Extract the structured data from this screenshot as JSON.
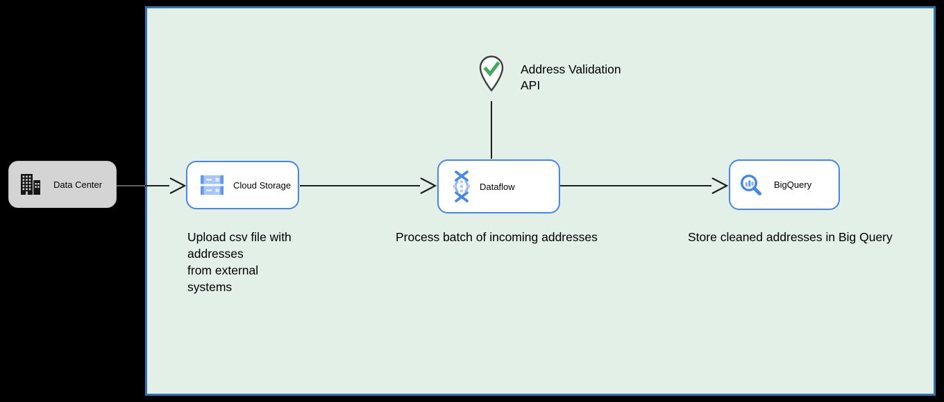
{
  "nodes": {
    "data_center": {
      "label": "Data Center",
      "icon": "building-icon",
      "fill": "#d4d4d4"
    },
    "cloud_storage": {
      "label": "Cloud Storage",
      "icon": "cloud-storage-icon",
      "border": "#4285f4"
    },
    "dataflow": {
      "label": "Dataflow",
      "icon": "dataflow-icon",
      "border": "#4285f4"
    },
    "bigquery": {
      "label": "BigQuery",
      "icon": "bigquery-icon",
      "border": "#4285f4"
    }
  },
  "pin": {
    "label_line1": "Address Validation",
    "label_line2": "API",
    "icon": "map-pin-check-icon",
    "check_color": "#3fab5c",
    "outline_color": "#3c4043"
  },
  "notes": {
    "upload": {
      "lines": [
        "Upload csv file with",
        "addresses",
        "from external",
        "systems"
      ]
    },
    "process": "Process batch of incoming addresses",
    "store": "Store cleaned addresses in Big Query"
  },
  "colors": {
    "canvas_bg": "#000000",
    "container_fill": "#e2f0e7",
    "container_border": "#2e74b5",
    "node_border_blue": "#4285f4",
    "arrow_dark": "#1d1d1d",
    "arrow_over_black": "#5f5f5f",
    "text": "#000000"
  }
}
